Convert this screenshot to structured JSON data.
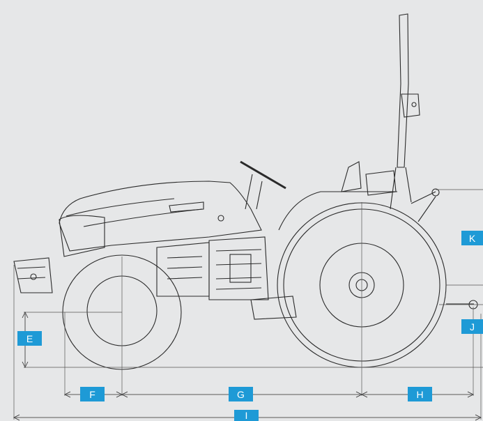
{
  "diagram": {
    "dimension_labels": {
      "E": "E",
      "F": "F",
      "G": "G",
      "H": "H",
      "I": "I",
      "J": "J",
      "K": "K"
    },
    "colors": {
      "background": "#e6e7e8",
      "label_fill": "#1e9ad6",
      "label_text": "#ffffff",
      "line_art": "#2a2a2a"
    }
  }
}
